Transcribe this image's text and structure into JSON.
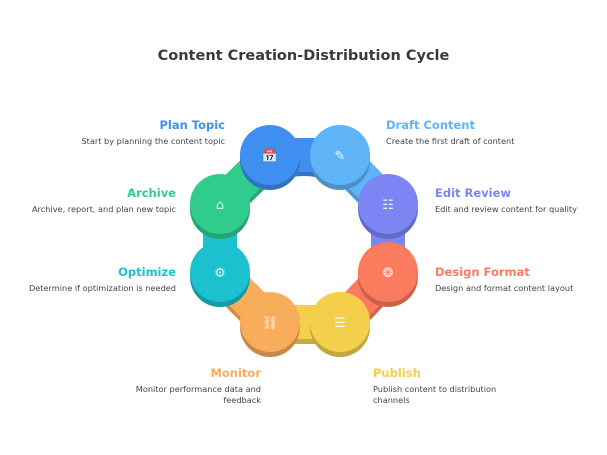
{
  "title": "Content Creation-Distribution Cycle",
  "steps": [
    {
      "name": "Plan Topic",
      "desc": "Start by planning the content topic",
      "color": "#3f8ff0",
      "icon": "calendar-icon"
    },
    {
      "name": "Draft Content",
      "desc": "Create the first draft of content",
      "color": "#5fb4f7",
      "icon": "document-edit-icon"
    },
    {
      "name": "Edit Review",
      "desc": "Edit and review content for quality",
      "color": "#7b85f3",
      "icon": "comment-review-icon"
    },
    {
      "name": "Design Format",
      "desc": "Design and format content layout",
      "color": "#fa7b5e",
      "icon": "design-stand-icon"
    },
    {
      "name": "Publish",
      "desc": "Publish content to distribution channels",
      "color": "#f3cf4c",
      "icon": "publish-stack-icon"
    },
    {
      "name": "Monitor",
      "desc": "Monitor performance data and feedback",
      "color": "#f7ad5a",
      "icon": "monitor-chain-icon"
    },
    {
      "name": "Optimize",
      "desc": "Determine if optimization is needed",
      "color": "#1cc1cf",
      "icon": "gears-icon"
    },
    {
      "name": "Archive",
      "desc": "Archive, report, and plan new topic",
      "color": "#2fcc8e",
      "icon": "archive-box-icon"
    }
  ],
  "heading_colors": {
    "plan": "#3f8ff0",
    "draft": "#5fb4f7",
    "edit": "#7b85f3",
    "design": "#fa7b5e",
    "publish": "#f3cf4c",
    "monitor": "#f7ad5a",
    "optimize": "#1cc1cf",
    "archive": "#2fcc8e"
  }
}
